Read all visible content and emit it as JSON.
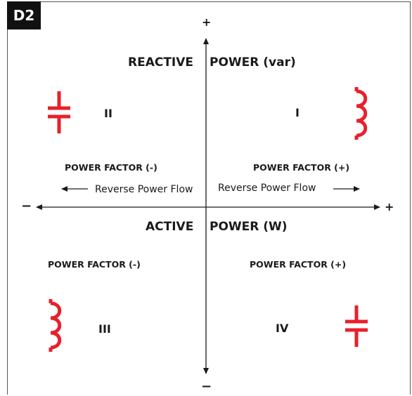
{
  "badge": "D2",
  "axes": {
    "vertical_plus": "+",
    "vertical_minus": "−",
    "horizontal_plus": "+",
    "horizontal_minus": "−",
    "reactive_label_1": "REACTIVE",
    "reactive_label_2": "POWER  (var)",
    "active_label_1": "ACTIVE",
    "active_label_2": "POWER  (W)"
  },
  "quadrants": {
    "q1": {
      "numeral": "I",
      "power_factor": "POWER FACTOR (+)",
      "flow": "Reverse Power Flow",
      "icon": "inductor-icon"
    },
    "q2": {
      "numeral": "II",
      "power_factor": "POWER FACTOR (-)",
      "flow": "Reverse Power Flow",
      "icon": "capacitor-icon"
    },
    "q3": {
      "numeral": "III",
      "power_factor": "POWER FACTOR (-)",
      "icon": "inductor-icon"
    },
    "q4": {
      "numeral": "IV",
      "power_factor": "POWER FACTOR (+)",
      "icon": "capacitor-icon"
    }
  },
  "colors": {
    "component": "#e8202a",
    "axis": "#1a1a1a"
  }
}
